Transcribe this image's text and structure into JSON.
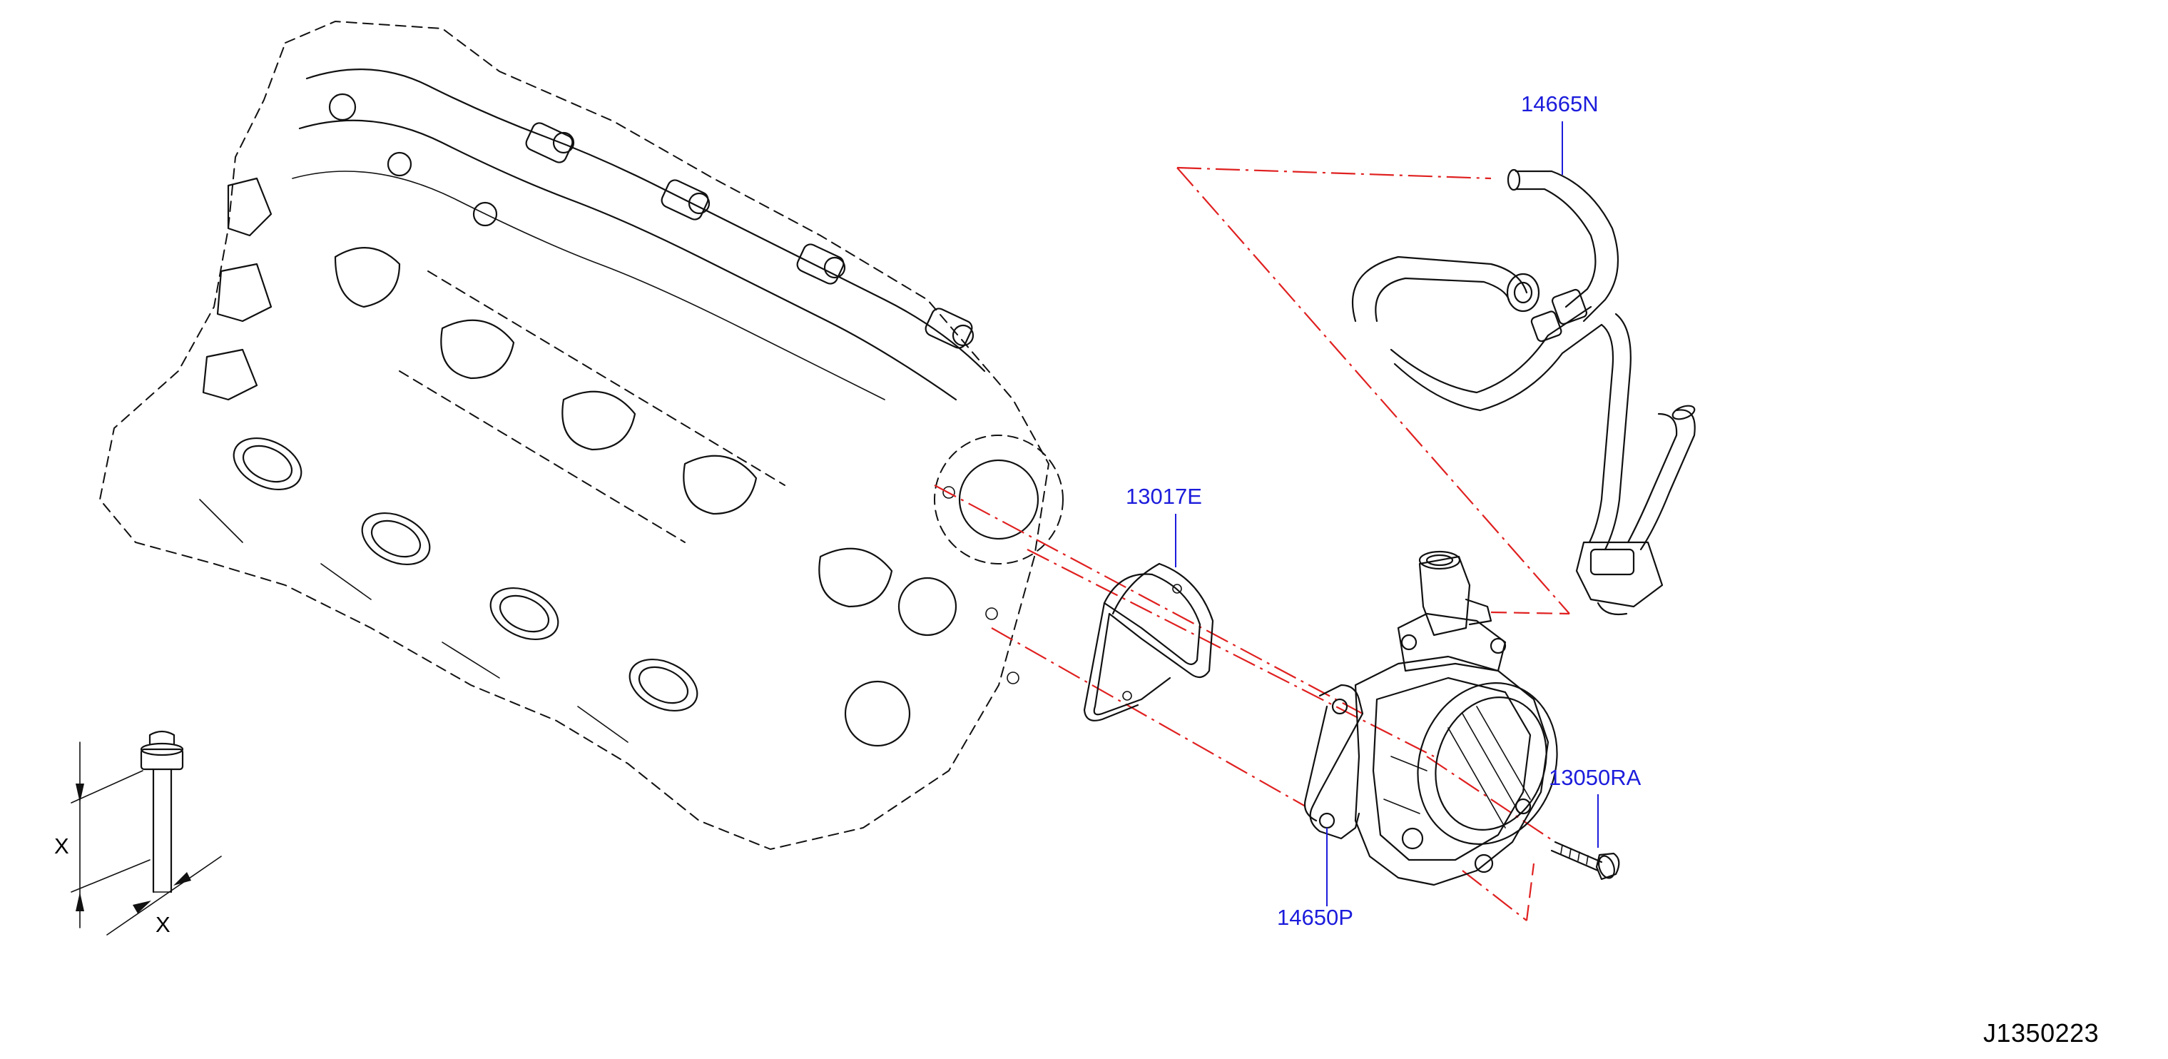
{
  "parts": {
    "vacuum_hose": "14665N",
    "gasket": "13017E",
    "bolt": "13050RA",
    "vacuum_pump": "14650P"
  },
  "dimension": {
    "length_label": "X",
    "diameter_label": "X"
  },
  "illustration_code": "J1350223",
  "colors": {
    "part_label": "#1c1cdc",
    "guide_lines": "#e02020",
    "line_art": "#111111"
  }
}
